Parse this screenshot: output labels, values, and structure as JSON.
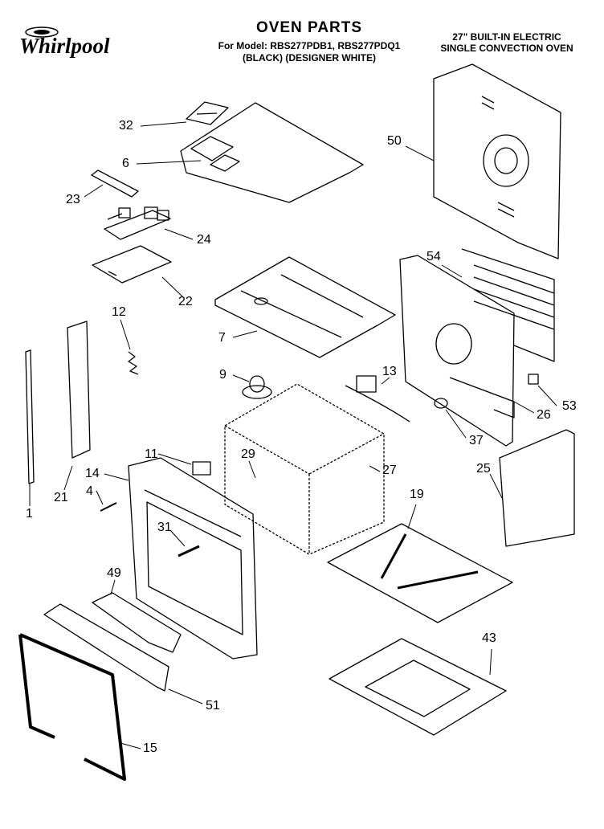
{
  "brand": {
    "name": "Whirlpool"
  },
  "header": {
    "title": "OVEN PARTS",
    "model_line": "For Model: RBS277PDB1, RBS277PDQ1",
    "color_line": "(BLACK)  (DESIGNER WHITE)",
    "product_line1": "27\" BUILT-IN ELECTRIC",
    "product_line2": "SINGLE CONVECTION OVEN"
  },
  "callouts": [
    {
      "id": "c32",
      "label": "32"
    },
    {
      "id": "c6",
      "label": "6"
    },
    {
      "id": "c23",
      "label": "23"
    },
    {
      "id": "c24",
      "label": "24"
    },
    {
      "id": "c22",
      "label": "22"
    },
    {
      "id": "c12",
      "label": "12"
    },
    {
      "id": "c7",
      "label": "7"
    },
    {
      "id": "c9",
      "label": "9"
    },
    {
      "id": "c13",
      "label": "13"
    },
    {
      "id": "c50",
      "label": "50"
    },
    {
      "id": "c54",
      "label": "54"
    },
    {
      "id": "c53",
      "label": "53"
    },
    {
      "id": "c26",
      "label": "26"
    },
    {
      "id": "c37",
      "label": "37"
    },
    {
      "id": "c11",
      "label": "11"
    },
    {
      "id": "c29",
      "label": "29"
    },
    {
      "id": "c27",
      "label": "27"
    },
    {
      "id": "c25",
      "label": "25"
    },
    {
      "id": "c14",
      "label": "14"
    },
    {
      "id": "c4",
      "label": "4"
    },
    {
      "id": "c1",
      "label": "1"
    },
    {
      "id": "c21",
      "label": "21"
    },
    {
      "id": "c19",
      "label": "19"
    },
    {
      "id": "c31",
      "label": "31"
    },
    {
      "id": "c49",
      "label": "49"
    },
    {
      "id": "c43",
      "label": "43"
    },
    {
      "id": "c51",
      "label": "51"
    },
    {
      "id": "c15",
      "label": "15"
    }
  ]
}
